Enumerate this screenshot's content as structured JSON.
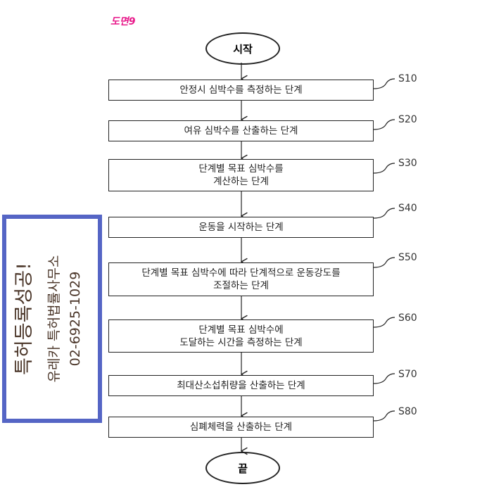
{
  "figure_label": "도면9",
  "start": "시작",
  "end": "끝",
  "steps": [
    {
      "id": "S10",
      "text": "안정시 심박수를 측정하는 단계"
    },
    {
      "id": "S20",
      "text": "여유 심박수를 산출하는 단계"
    },
    {
      "id": "S30",
      "text": "단계별 목표 심박수를\n계산하는 단계"
    },
    {
      "id": "S40",
      "text": "운동을 시작하는 단계"
    },
    {
      "id": "S50",
      "text": "단계별 목표 심박수에 따라 단계적으로 운동강도를\n조절하는 단계"
    },
    {
      "id": "S60",
      "text": "단계별 목표 심박수에\n도달하는 시간을 측정하는 단계"
    },
    {
      "id": "S70",
      "text": "최대산소섭취량을 산출하는 단계"
    },
    {
      "id": "S80",
      "text": "심폐체력을 산출하는 단계"
    }
  ],
  "stamp": {
    "headline": "특허등록성공!",
    "firm": "유레카 특허법률사무소",
    "phone": "02-6925-1029"
  }
}
